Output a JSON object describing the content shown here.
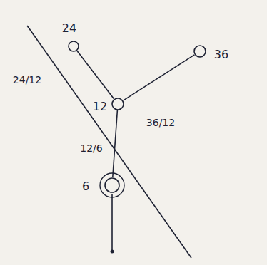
{
  "diagram": {
    "nodes": [
      {
        "text": [
          "24"
        ]
      },
      {
        "text": [
          "36"
        ]
      },
      {
        "text": [
          "12"
        ]
      },
      {
        "text": [
          "6"
        ]
      }
    ],
    "edges": [
      {
        "from": 0,
        "to": 2,
        "arrow": "none",
        "label": "24/12"
      },
      {
        "from": 1,
        "to": 2,
        "arrow": "none",
        "label": "36/12"
      },
      {
        "from": 2,
        "to": 3,
        "arrow": "none",
        "label": "12/6"
      }
    ]
  }
}
